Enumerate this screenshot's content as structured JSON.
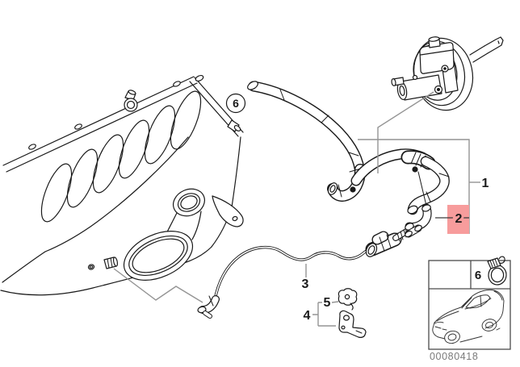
{
  "diagram": {
    "description": "Vacuum control engine parts diagram",
    "callouts": {
      "1": {
        "label": "1",
        "highlighted": false
      },
      "2": {
        "label": "2",
        "highlighted": true
      },
      "3": {
        "label": "3",
        "highlighted": false
      },
      "4": {
        "label": "4",
        "highlighted": false
      },
      "5": {
        "label": "5",
        "highlighted": false
      },
      "6": {
        "label": "6",
        "highlighted": false,
        "style": "circled"
      }
    },
    "inset": {
      "callout_label": "6",
      "icons": {
        "clamp": "hose-clamp-icon",
        "vehicle": "car-icon"
      }
    },
    "image_number": "00080418",
    "colors": {
      "highlight_box": "#F79C9C",
      "line": "#1a1a1a",
      "leader": "#949494",
      "image_number_text": "#7a7a7a"
    }
  }
}
